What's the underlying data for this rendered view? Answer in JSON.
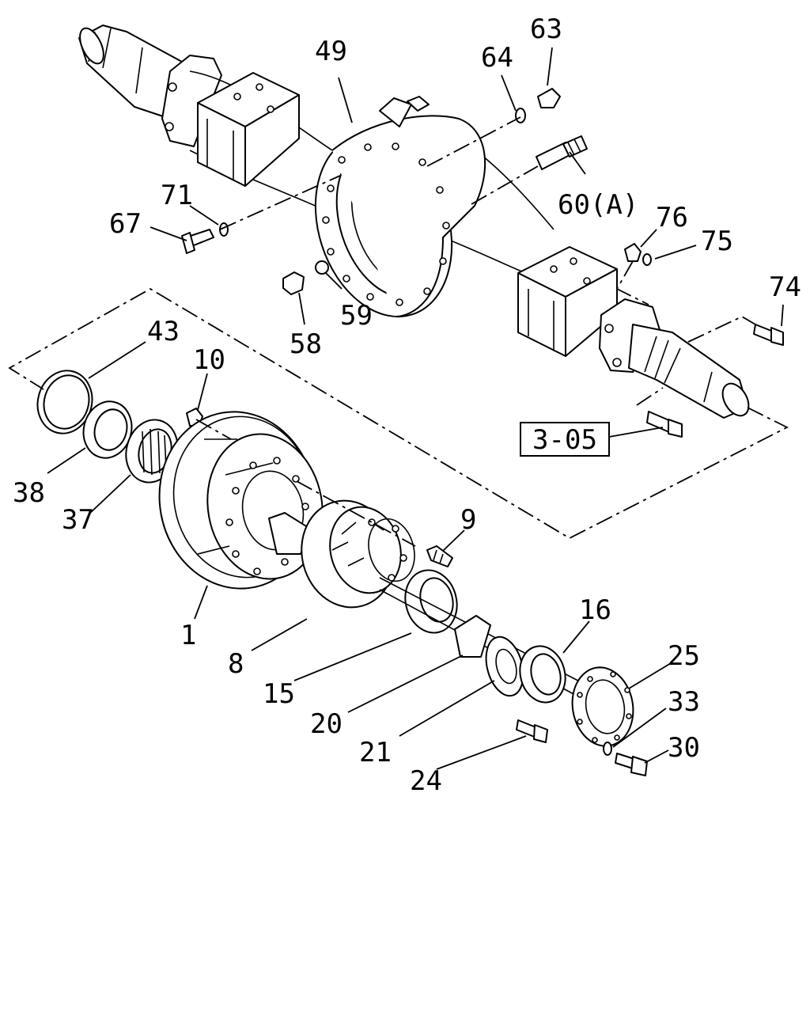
{
  "diagram": {
    "reference_box": "3-05",
    "callouts": {
      "c1": "1",
      "c8": "8",
      "c9": "9",
      "c10": "10",
      "c15": "15",
      "c16": "16",
      "c20": "20",
      "c21": "21",
      "c24": "24",
      "c25": "25",
      "c30": "30",
      "c33": "33",
      "c37": "37",
      "c38": "38",
      "c43": "43",
      "c49": "49",
      "c58": "58",
      "c59": "59",
      "c60": "60(A)",
      "c63": "63",
      "c64": "64",
      "c67": "67",
      "c71": "71",
      "c74": "74",
      "c75": "75",
      "c76": "76"
    }
  }
}
